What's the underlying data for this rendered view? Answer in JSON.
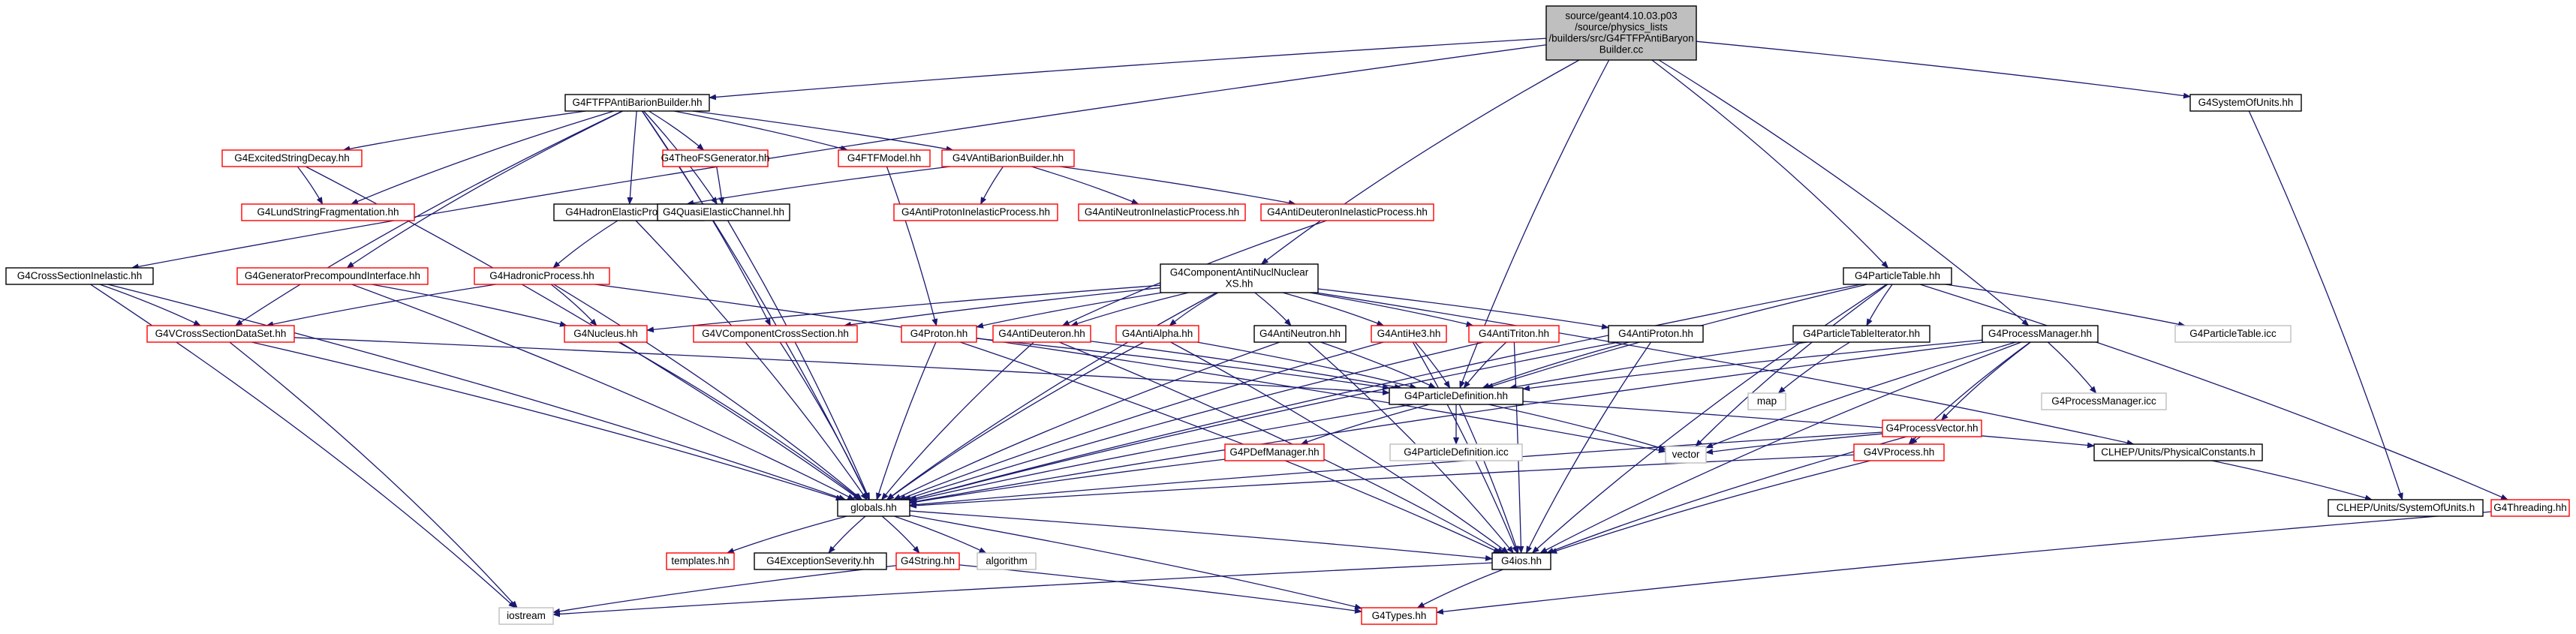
{
  "colors": {
    "edge": "#191970",
    "root_fill": "#bfbfbf",
    "root_stroke": "#000000",
    "normal_stroke": "#000000",
    "red_stroke": "#ff0000",
    "gray_stroke": "#bfbfbf",
    "fill": "#ffffff"
  },
  "nodes": [
    {
      "id": "root",
      "lines": [
        "source/geant4.10.03.p03",
        "/source/physics_lists",
        "/builders/src/G4FTFPAntiBaryon",
        "Builder.cc"
      ],
      "style": "root"
    },
    {
      "id": "ftfp",
      "lines": [
        "G4FTFPAntiBarionBuilder.hh"
      ],
      "style": "normal"
    },
    {
      "id": "sysunits",
      "lines": [
        "G4SystemOfUnits.hh"
      ],
      "style": "normal"
    },
    {
      "id": "excited",
      "lines": [
        "G4ExcitedStringDecay.hh"
      ],
      "style": "red"
    },
    {
      "id": "theofs",
      "lines": [
        "G4TheoFSGenerator.hh"
      ],
      "style": "red"
    },
    {
      "id": "ftfmodel",
      "lines": [
        "G4FTFModel.hh"
      ],
      "style": "red"
    },
    {
      "id": "vanti",
      "lines": [
        "G4VAntiBarionBuilder.hh"
      ],
      "style": "red"
    },
    {
      "id": "lund",
      "lines": [
        "G4LundStringFragmentation.hh"
      ],
      "style": "red"
    },
    {
      "id": "hadel",
      "lines": [
        "G4HadronElasticProcess.hh"
      ],
      "style": "normal"
    },
    {
      "id": "quasi",
      "lines": [
        "G4QuasiElasticChannel.hh"
      ],
      "style": "normal"
    },
    {
      "id": "apinel",
      "lines": [
        "G4AntiProtonInelasticProcess.hh"
      ],
      "style": "red"
    },
    {
      "id": "aninel",
      "lines": [
        "G4AntiNeutronInelasticProcess.hh"
      ],
      "style": "red"
    },
    {
      "id": "adinel",
      "lines": [
        "G4AntiDeuteronInelasticProcess.hh"
      ],
      "style": "red"
    },
    {
      "id": "csinel",
      "lines": [
        "G4CrossSectionInelastic.hh"
      ],
      "style": "normal"
    },
    {
      "id": "genpre",
      "lines": [
        "G4GeneratorPrecompoundInterface.hh"
      ],
      "style": "red"
    },
    {
      "id": "hadproc",
      "lines": [
        "G4HadronicProcess.hh"
      ],
      "style": "red"
    },
    {
      "id": "companti",
      "lines": [
        "G4ComponentAntiNuclNuclear",
        "XS.hh"
      ],
      "style": "normal"
    },
    {
      "id": "ptable",
      "lines": [
        "G4ParticleTable.hh"
      ],
      "style": "normal"
    },
    {
      "id": "vcsds",
      "lines": [
        "G4VCrossSectionDataSet.hh"
      ],
      "style": "red"
    },
    {
      "id": "nucleus",
      "lines": [
        "G4Nucleus.hh"
      ],
      "style": "red"
    },
    {
      "id": "vcompcs",
      "lines": [
        "G4VComponentCrossSection.hh"
      ],
      "style": "red"
    },
    {
      "id": "proton",
      "lines": [
        "G4Proton.hh"
      ],
      "style": "red"
    },
    {
      "id": "adeut",
      "lines": [
        "G4AntiDeuteron.hh"
      ],
      "style": "red"
    },
    {
      "id": "aalpha",
      "lines": [
        "G4AntiAlpha.hh"
      ],
      "style": "red"
    },
    {
      "id": "aneut",
      "lines": [
        "G4AntiNeutron.hh"
      ],
      "style": "normal"
    },
    {
      "id": "ahe3",
      "lines": [
        "G4AntiHe3.hh"
      ],
      "style": "red"
    },
    {
      "id": "atriton",
      "lines": [
        "G4AntiTriton.hh"
      ],
      "style": "red"
    },
    {
      "id": "aproton",
      "lines": [
        "G4AntiProton.hh"
      ],
      "style": "normal"
    },
    {
      "id": "ptabit",
      "lines": [
        "G4ParticleTableIterator.hh"
      ],
      "style": "normal"
    },
    {
      "id": "procman",
      "lines": [
        "G4ProcessManager.hh"
      ],
      "style": "normal"
    },
    {
      "id": "ptabicc",
      "lines": [
        "G4ParticleTable.icc"
      ],
      "style": "gray"
    },
    {
      "id": "pdef",
      "lines": [
        "G4ParticleDefinition.hh"
      ],
      "style": "normal"
    },
    {
      "id": "map",
      "lines": [
        "map"
      ],
      "style": "gray"
    },
    {
      "id": "procmanicc",
      "lines": [
        "G4ProcessManager.icc"
      ],
      "style": "gray"
    },
    {
      "id": "procvec",
      "lines": [
        "G4ProcessVector.hh"
      ],
      "style": "red"
    },
    {
      "id": "vector",
      "lines": [
        "vector"
      ],
      "style": "gray"
    },
    {
      "id": "pdgman",
      "lines": [
        "G4PDefManager.hh"
      ],
      "style": "red"
    },
    {
      "id": "pdicc",
      "lines": [
        "G4ParticleDefinition.icc"
      ],
      "style": "gray"
    },
    {
      "id": "vproc",
      "lines": [
        "G4VProcess.hh"
      ],
      "style": "red"
    },
    {
      "id": "physconst",
      "lines": [
        "CLHEP/Units/PhysicalConstants.h"
      ],
      "style": "normal"
    },
    {
      "id": "globals",
      "lines": [
        "globals.hh"
      ],
      "style": "normal"
    },
    {
      "id": "clsys",
      "lines": [
        "CLHEP/Units/SystemOfUnits.h"
      ],
      "style": "normal"
    },
    {
      "id": "threading",
      "lines": [
        "G4Threading.hh"
      ],
      "style": "red"
    },
    {
      "id": "templates",
      "lines": [
        "templates.hh"
      ],
      "style": "red"
    },
    {
      "id": "exsev",
      "lines": [
        "G4ExceptionSeverity.hh"
      ],
      "style": "normal"
    },
    {
      "id": "g4string",
      "lines": [
        "G4String.hh"
      ],
      "style": "red"
    },
    {
      "id": "algorithm",
      "lines": [
        "algorithm"
      ],
      "style": "gray"
    },
    {
      "id": "g4ios",
      "lines": [
        "G4ios.hh"
      ],
      "style": "normal"
    },
    {
      "id": "iostream",
      "lines": [
        "iostream"
      ],
      "style": "gray"
    },
    {
      "id": "g4types",
      "lines": [
        "G4Types.hh"
      ],
      "style": "red"
    }
  ],
  "edges": [
    [
      "root",
      "ftfp"
    ],
    [
      "root",
      "sysunits"
    ],
    [
      "root",
      "csinel"
    ],
    [
      "root",
      "companti"
    ],
    [
      "root",
      "ptable"
    ],
    [
      "root",
      "procman"
    ],
    [
      "root",
      "pdef"
    ],
    [
      "ftfp",
      "excited"
    ],
    [
      "ftfp",
      "theofs"
    ],
    [
      "ftfp",
      "ftfmodel"
    ],
    [
      "ftfp",
      "vanti"
    ],
    [
      "ftfp",
      "lund"
    ],
    [
      "ftfp",
      "hadel"
    ],
    [
      "ftfp",
      "quasi"
    ],
    [
      "ftfp",
      "genpre"
    ],
    [
      "ftfp",
      "vcsds"
    ],
    [
      "ftfp",
      "vcompcs"
    ],
    [
      "ftfp",
      "globals"
    ],
    [
      "excited",
      "lund"
    ],
    [
      "excited",
      "globals"
    ],
    [
      "theofs",
      "quasi"
    ],
    [
      "ftfmodel",
      "proton"
    ],
    [
      "vanti",
      "hadel"
    ],
    [
      "vanti",
      "apinel"
    ],
    [
      "vanti",
      "aninel"
    ],
    [
      "vanti",
      "adinel"
    ],
    [
      "hadel",
      "hadproc"
    ],
    [
      "hadel",
      "globals"
    ],
    [
      "quasi",
      "globals"
    ],
    [
      "adinel",
      "adeut"
    ],
    [
      "csinel",
      "vcsds"
    ],
    [
      "csinel",
      "globals"
    ],
    [
      "csinel",
      "iostream"
    ],
    [
      "genpre",
      "nucleus"
    ],
    [
      "genpre",
      "globals"
    ],
    [
      "hadproc",
      "vcsds"
    ],
    [
      "hadproc",
      "nucleus"
    ],
    [
      "hadproc",
      "globals"
    ],
    [
      "hadproc",
      "vector"
    ],
    [
      "companti",
      "vcompcs"
    ],
    [
      "companti",
      "nucleus"
    ],
    [
      "companti",
      "proton"
    ],
    [
      "companti",
      "adeut"
    ],
    [
      "companti",
      "aalpha"
    ],
    [
      "companti",
      "aneut"
    ],
    [
      "companti",
      "ahe3"
    ],
    [
      "companti",
      "atriton"
    ],
    [
      "companti",
      "aproton"
    ],
    [
      "companti",
      "globals"
    ],
    [
      "companti",
      "physconst"
    ],
    [
      "ptable",
      "ptabit"
    ],
    [
      "ptable",
      "pdef"
    ],
    [
      "ptable",
      "ptabicc"
    ],
    [
      "ptable",
      "vector"
    ],
    [
      "ptable",
      "globals"
    ],
    [
      "ptable",
      "g4ios"
    ],
    [
      "ptable",
      "threading"
    ],
    [
      "vcsds",
      "pdef"
    ],
    [
      "vcsds",
      "globals"
    ],
    [
      "vcsds",
      "iostream"
    ],
    [
      "nucleus",
      "globals"
    ],
    [
      "vcompcs",
      "globals"
    ],
    [
      "proton",
      "pdef"
    ],
    [
      "proton",
      "globals"
    ],
    [
      "proton",
      "g4ios"
    ],
    [
      "adeut",
      "pdef"
    ],
    [
      "adeut",
      "globals"
    ],
    [
      "adeut",
      "g4ios"
    ],
    [
      "aalpha",
      "pdef"
    ],
    [
      "aalpha",
      "globals"
    ],
    [
      "aalpha",
      "g4ios"
    ],
    [
      "aneut",
      "pdef"
    ],
    [
      "aneut",
      "globals"
    ],
    [
      "aneut",
      "g4ios"
    ],
    [
      "ahe3",
      "pdef"
    ],
    [
      "ahe3",
      "globals"
    ],
    [
      "ahe3",
      "g4ios"
    ],
    [
      "atriton",
      "pdef"
    ],
    [
      "atriton",
      "globals"
    ],
    [
      "atriton",
      "g4ios"
    ],
    [
      "aproton",
      "pdef"
    ],
    [
      "aproton",
      "globals"
    ],
    [
      "aproton",
      "g4ios"
    ],
    [
      "ptabit",
      "pdef"
    ],
    [
      "ptabit",
      "map"
    ],
    [
      "procman",
      "pdef"
    ],
    [
      "procman",
      "procvec"
    ],
    [
      "procman",
      "procmanicc"
    ],
    [
      "procman",
      "vector"
    ],
    [
      "procman",
      "globals"
    ],
    [
      "procman",
      "g4ios"
    ],
    [
      "procman",
      "vproc"
    ],
    [
      "pdef",
      "globals"
    ],
    [
      "pdef",
      "g4ios"
    ],
    [
      "pdef",
      "pdgman"
    ],
    [
      "pdef",
      "pdicc"
    ],
    [
      "pdef",
      "vector"
    ],
    [
      "pdef",
      "physconst"
    ],
    [
      "procvec",
      "vector"
    ],
    [
      "procvec",
      "globals"
    ],
    [
      "procvec",
      "vproc"
    ],
    [
      "procvec",
      "g4ios"
    ],
    [
      "pdgman",
      "globals"
    ],
    [
      "vproc",
      "globals"
    ],
    [
      "vproc",
      "g4ios"
    ],
    [
      "physconst",
      "clsys"
    ],
    [
      "sysunits",
      "clsys"
    ],
    [
      "threading",
      "g4types"
    ],
    [
      "globals",
      "templates"
    ],
    [
      "globals",
      "exsev"
    ],
    [
      "globals",
      "g4string"
    ],
    [
      "globals",
      "algorithm"
    ],
    [
      "globals",
      "g4ios"
    ],
    [
      "globals",
      "g4types"
    ],
    [
      "g4string",
      "g4types"
    ],
    [
      "g4string",
      "iostream"
    ],
    [
      "g4ios",
      "g4types"
    ],
    [
      "g4ios",
      "iostream"
    ]
  ]
}
